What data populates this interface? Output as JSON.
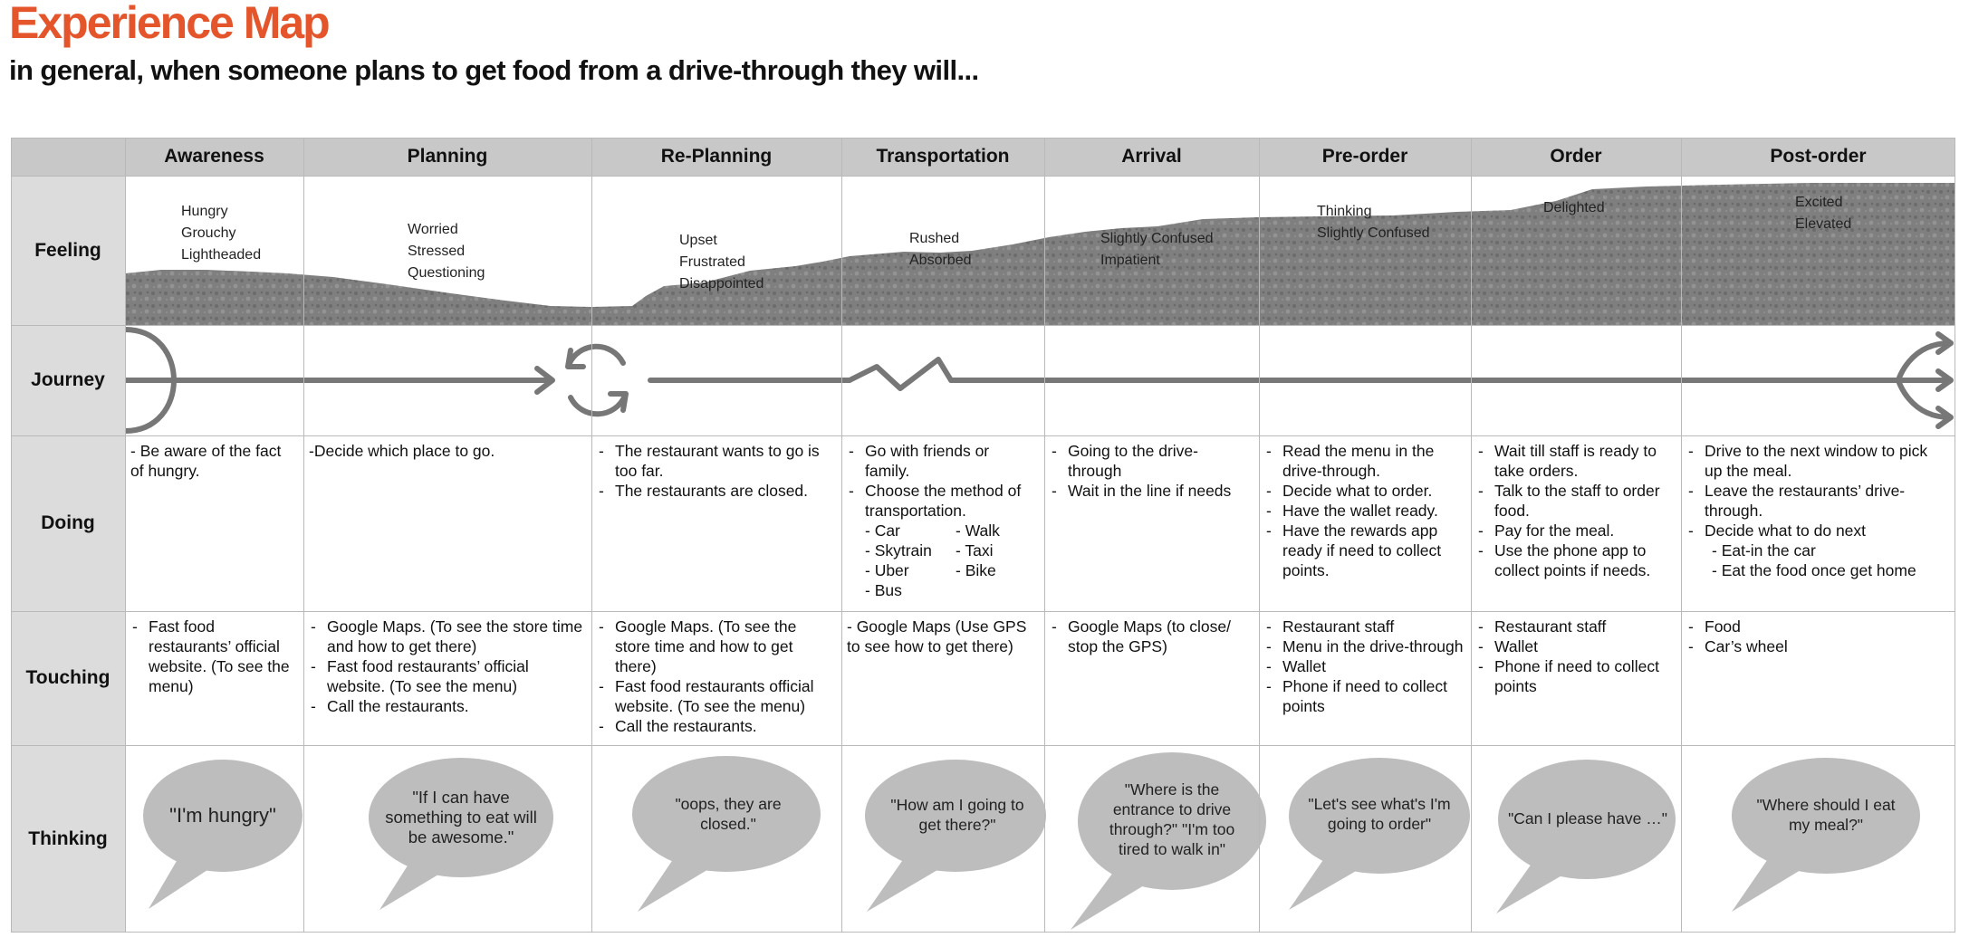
{
  "title": "Experience Map",
  "subtitle": "in general, when someone plans to get food from a drive-through they will...",
  "colors": {
    "title": "#e5552b",
    "header_bg": "#c8c8c8",
    "row_head_bg": "#dcdcdc",
    "feeling_fill": "#7d7d7d",
    "bubble": "#bdbdbd",
    "journey_line": "#777777"
  },
  "stages": [
    "Awareness",
    "Planning",
    "Re-Planning",
    "Transportation",
    "Arrival",
    "Pre-order",
    "Order",
    "Post-order"
  ],
  "rows": [
    "Feeling",
    "Journey",
    "Doing",
    "Touching",
    "Thinking"
  ],
  "feelings": [
    [
      "Hungry",
      "Grouchy",
      "Lightheaded"
    ],
    [
      "Worried",
      "Stressed",
      "Questioning"
    ],
    [
      "Upset",
      "Frustrated",
      "Disappointed"
    ],
    [
      "Rushed",
      "Absorbed"
    ],
    [
      "Slightly Confused",
      "Impatient"
    ],
    [
      "Thinking",
      "Slightly Confused"
    ],
    [
      "Delighted"
    ],
    [
      "Excited",
      "Elevated"
    ]
  ],
  "doing": {
    "awareness": "- Be aware of the fact of hungry.",
    "planning": "-Decide which place to go.",
    "replanning": [
      "The restaurant wants to go is too far.",
      "The restaurants are closed."
    ],
    "transportation": {
      "items": [
        "Go with friends or family.",
        "Choose the method of transportation."
      ],
      "methods": [
        "- Car",
        "- Walk",
        "- Skytrain",
        "- Taxi",
        "- Uber",
        "- Bike",
        "- Bus"
      ]
    },
    "arrival": [
      "Going to the drive-through",
      "Wait in the line if needs"
    ],
    "preorder": [
      "Read the menu in the drive-through.",
      "Decide what to order.",
      "Have the wallet ready.",
      "Have the rewards app ready if need to collect points."
    ],
    "order": [
      "Wait till staff is ready to take orders.",
      "Talk to the staff to order food.",
      "Pay for the meal.",
      "Use the phone app to collect points if needs."
    ],
    "postorder": {
      "items": [
        "Drive to the next window to pick up the meal.",
        "Leave the restaurants’ drive-through.",
        "Decide what to do next"
      ],
      "subs": [
        "- Eat-in the car",
        "- Eat the food once get home"
      ]
    }
  },
  "touching": {
    "awareness": [
      "Fast food restaurants’ official website. (To see the menu)"
    ],
    "planning": [
      "Google Maps. (To see the store time and how to get there)",
      "Fast food restaurants’ official website. (To see the menu)",
      "Call the restaurants."
    ],
    "replanning": [
      "Google Maps. (To see the store time and how to get there)",
      "Fast food restaurants official website. (To see the menu)",
      "Call the restaurants."
    ],
    "transportation": "- Google Maps (Use GPS to see how to get there)",
    "arrival": [
      "Google Maps (to close/ stop the GPS)"
    ],
    "preorder": [
      "Restaurant staff",
      "Menu in the drive-through",
      "Wallet",
      "Phone if need to collect points"
    ],
    "order": [
      "Restaurant staff",
      "Wallet",
      "Phone if need to collect points"
    ],
    "postorder": [
      "Food",
      "Car’s wheel"
    ]
  },
  "thinking": [
    "\"I'm hungry\"",
    "\"If I can have something to eat will be awesome.\"",
    "\"oops, they are closed.\"",
    "\"How am I going to get there?\"",
    "\"Where is the entrance to drive through?\" \"I'm too tired to walk in\"",
    "\"Let's see what's I'm going to order\"",
    "\"Can I please have …\"",
    "\"Where should I eat my meal?\""
  ]
}
